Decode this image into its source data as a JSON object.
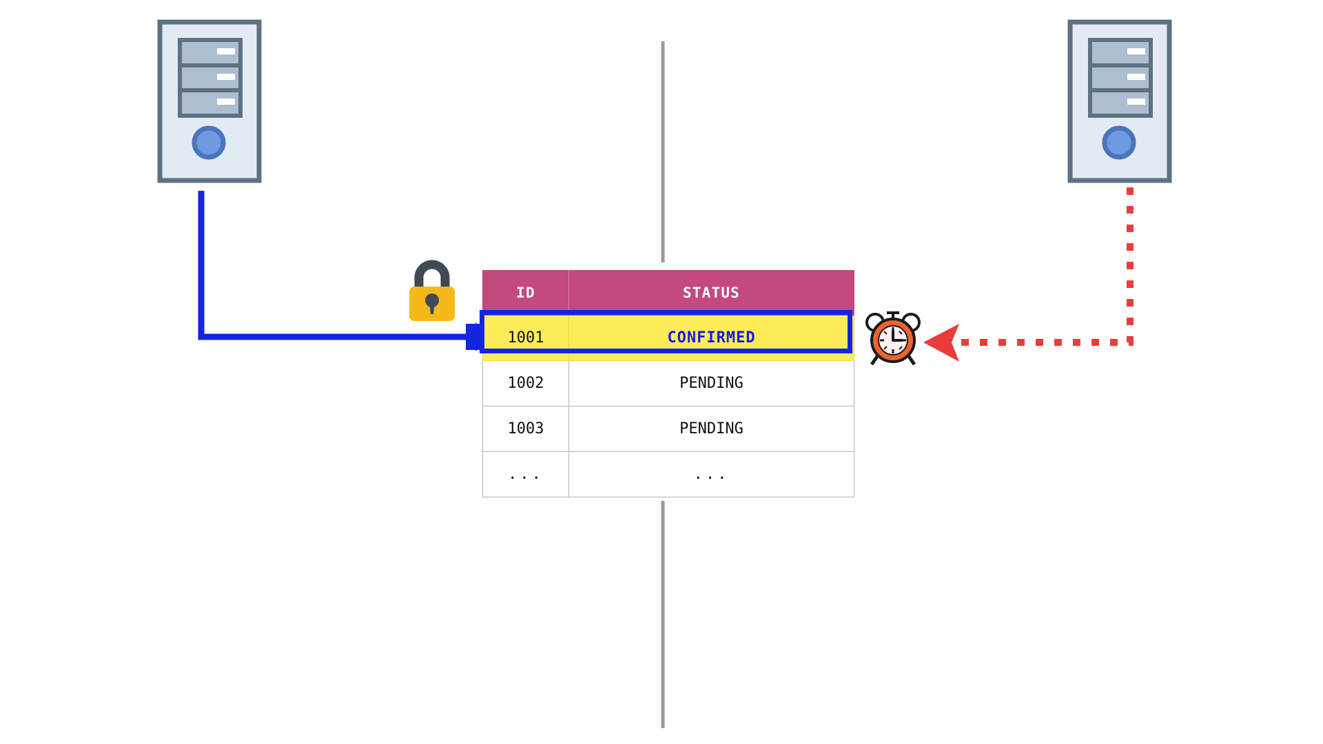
{
  "diagram": {
    "title": "Distributed transaction lock and timeout diagram",
    "colors": {
      "table_header_bg": "#c3497f",
      "highlight_row_bg": "#fced58",
      "highlight_border": "#1226e0",
      "confirmed_text": "#1a1ae6",
      "lock_body": "#f5b919",
      "lock_shackle": "#3e4a54",
      "clock_rim": "#ef6230",
      "server_body": "#e2ebf4",
      "server_outline": "#5d7183",
      "server_bay": "#aebdd1",
      "server_button": "#6f9ae0",
      "blue_flow": "#1226e0",
      "red_flow": "#ec3b3b",
      "divider": "#9b9b9b"
    },
    "nodes": [
      {
        "id": "server-left",
        "name": "left-server",
        "icon": "server-icon"
      },
      {
        "id": "server-right",
        "name": "right-server",
        "icon": "server-icon"
      }
    ],
    "icons": {
      "lock": {
        "name": "lock-icon",
        "glyph": "padlock-closed"
      },
      "clock": {
        "name": "alarm-clock-icon",
        "glyph": "alarm-clock"
      }
    },
    "edges": [
      {
        "id": "blue-edge",
        "name": "lock-acquire-flow",
        "style": "solid",
        "color": "#1226e0",
        "from": "left-server",
        "to": "row-1001",
        "arrow": "right"
      },
      {
        "id": "red-edge",
        "name": "timeout-flow",
        "style": "dashed",
        "color": "#ec3b3b",
        "from": "right-server",
        "to": "alarm-clock",
        "arrow": "left"
      }
    ]
  },
  "table": {
    "name": "transactions-table",
    "columns": [
      "ID",
      "STATUS"
    ],
    "rows": [
      {
        "id": "1001",
        "status": "CONFIRMED",
        "highlighted": true
      },
      {
        "id": "1002",
        "status": "PENDING",
        "highlighted": false
      },
      {
        "id": "1003",
        "status": "PENDING",
        "highlighted": false
      },
      {
        "id": "...",
        "status": "...",
        "highlighted": false
      }
    ]
  }
}
